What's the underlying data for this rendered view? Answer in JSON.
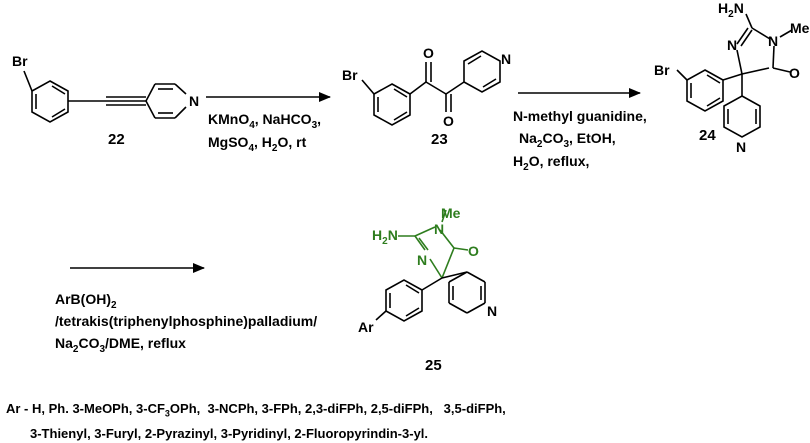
{
  "compounds": {
    "c22": {
      "number": "22",
      "atoms": {
        "br": "Br",
        "n": "N"
      }
    },
    "c23": {
      "number": "23",
      "atoms": {
        "br": "Br",
        "o1": "O",
        "o2": "O",
        "n": "N"
      }
    },
    "c24": {
      "number": "24",
      "atoms": {
        "br": "Br",
        "h2n": "H",
        "h2n_sub": "2",
        "h2n_n": "N",
        "n_me": "N",
        "me": "Me",
        "n_ring": "N",
        "o": "O",
        "n_py": "N"
      }
    },
    "c25": {
      "number": "25",
      "atoms": {
        "ar": "Ar",
        "h2n": "H",
        "h2n_sub": "2",
        "h2n_n": "N",
        "n_me": "N",
        "me": "Me",
        "n_ring": "N",
        "o": "O",
        "n_py": "N"
      }
    }
  },
  "step1": {
    "line1": {
      "a": "KMnO",
      "a_sub": "4",
      "b": ", NaHCO",
      "b_sub": "3",
      "c": ","
    },
    "line2": {
      "a": "MgSO",
      "a_sub": "4",
      "b": ", H",
      "b_sub": "2",
      "c": "O, rt"
    }
  },
  "step2": {
    "line1": "N-methyl guanidine,",
    "line2": {
      "a": "Na",
      "a_sub": "2",
      "b": "CO",
      "b_sub": "3",
      "c": ", EtOH,"
    },
    "line3": {
      "a": "H",
      "a_sub": "2",
      "b": "O, reflux,"
    }
  },
  "step3": {
    "line1": {
      "a": "ArB(OH)",
      "a_sub": "2"
    },
    "line2": "/tetrakis(triphenylphosphine)palladium/",
    "line3": {
      "a": "Na",
      "a_sub": "2",
      "b": "CO",
      "b_sub": "3",
      "c": "/DME, reflux"
    }
  },
  "substituents": {
    "line1": {
      "a": "Ar - H, Ph. 3-MeOPh, 3-CF",
      "a_sub": "3",
      "b": "OPh,  3-NCPh, 3-FPh, 2,3-diFPh, 2,5-diFPh,   3,5-diFPh,"
    },
    "line2": "3-Thienyl, 3-Furyl, 2-Pyrazinyl, 3-Pyridinyl, 2-Fluoropyrindin-3-yl."
  },
  "colors": {
    "bond": "#000000",
    "highlight": "#2e7d1e"
  }
}
